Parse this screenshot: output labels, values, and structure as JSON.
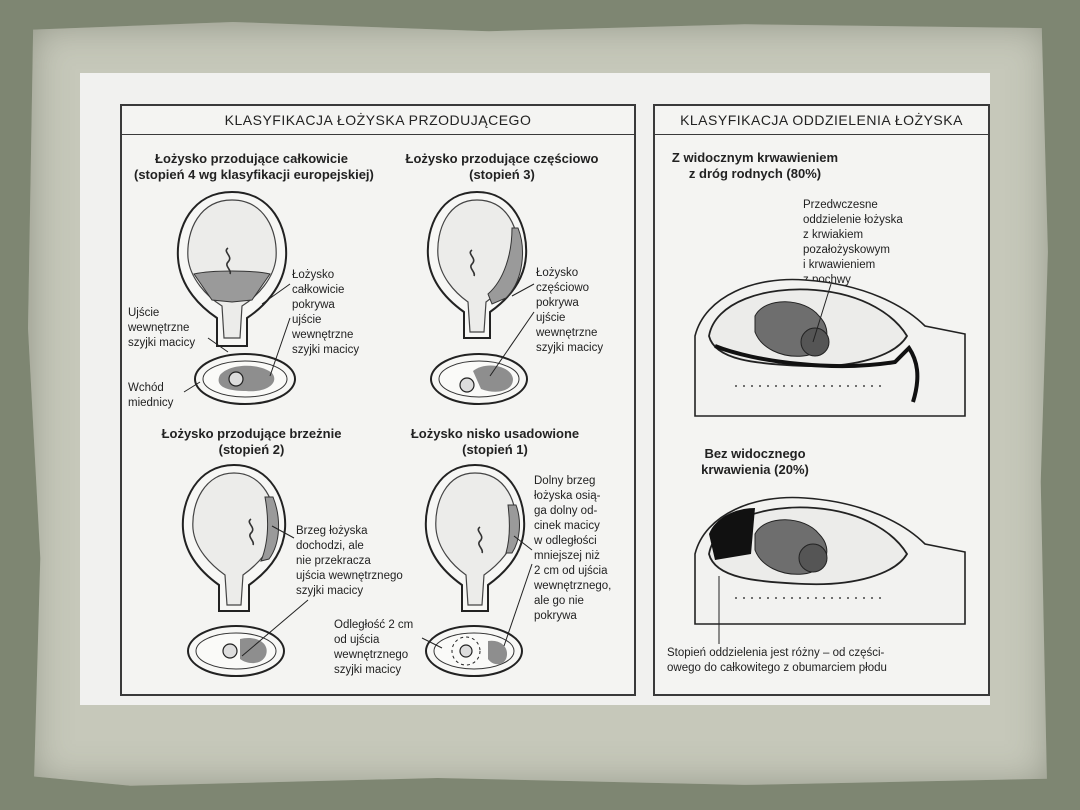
{
  "left_panel": {
    "title": "KLASYFIKACJA ŁOŻYSKA PRZODUJĄCEGO",
    "complete": {
      "caption_line1": "Łożysko przodujące całkowicie",
      "caption_line2": "(stopień 4 wg klasyfikacji europejskiej)",
      "label_placenta": "Łożysko\ncałkowicie\npokrywa\nujście\nwewnętrzne\nszyjki macicy",
      "label_os": "Ujście\nwewnętrzne\nszyjki macicy",
      "label_inlet": "Wchód\nmiednicy"
    },
    "partial": {
      "caption_line1": "Łożysko przodujące częściowo",
      "caption_line2": "(stopień 3)",
      "label": "Łożysko\nczęściowo\npokrywa\nujście\nwewnętrzne\nszyjki macicy"
    },
    "marginal": {
      "caption_line1": "Łożysko przodujące brzeżnie",
      "caption_line2": "(stopień 2)",
      "label": "Brzeg łożyska\ndochodzi, ale\nnie przekracza\nujścia wewnętrznego\nszyjki macicy"
    },
    "low_lying": {
      "caption_line1": "Łożysko nisko usadowione",
      "caption_line2": "(stopień 1)",
      "label": "Dolny brzeg\nłożyska osią-\nga dolny od-\ncinek macicy\nw odległości\nmniejszej niż\n2 cm od ujścia\nwewnętrznego,\nale go nie\npokrywa",
      "label_distance": "Odległość 2 cm\nod ujścia\nwewnętrznego\nszyjki macicy"
    }
  },
  "right_panel": {
    "title": "KLASYFIKACJA ODDZIELENIA ŁOŻYSKA",
    "visible_bleeding": {
      "caption_line1": "Z widocznym krwawieniem",
      "caption_line2": "z dróg rodnych (80%)",
      "label": "Przedwczesne\noddzielenie łożyska\nz krwiakiem\npozałożyskowym\ni krwawieniem\nz pochwy"
    },
    "concealed": {
      "caption_line1": "Bez widocznego",
      "caption_line2": "krwawienia (20%)",
      "label": "Stopień oddzielenia jest różny – od części-\nowego do całkowitego z obumarciem płodu"
    }
  }
}
